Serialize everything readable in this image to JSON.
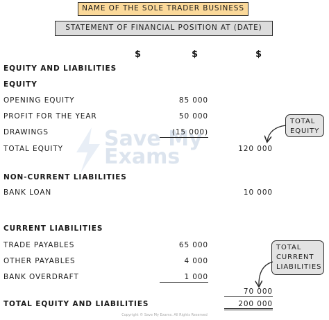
{
  "header": {
    "title": "NAME OF THE SOLE TRADER BUSINESS",
    "subtitle": "STATEMENT OF FINANCIAL POSITION AT (DATE)"
  },
  "currency_symbols": [
    "$",
    "$",
    "$"
  ],
  "equity_liabilities_heading": "EQUITY AND LIABILITIES",
  "equity": {
    "heading": "EQUITY",
    "opening_label": "OPENING EQUITY",
    "opening_value": "85 000",
    "profit_label": "PROFIT FOR THE YEAR",
    "profit_value": "50 000",
    "drawings_label": "DRAWINGS",
    "drawings_value": "(15 000)",
    "total_label": "TOTAL EQUITY",
    "total_value": "120 000"
  },
  "non_current": {
    "heading": "NON-CURRENT LIABILITIES",
    "bank_loan_label": "BANK LOAN",
    "bank_loan_value": "10 000"
  },
  "current": {
    "heading": "CURRENT LIABILITIES",
    "trade_label": "TRADE PAYABLES",
    "trade_value": "65 000",
    "other_label": "OTHER PAYABLES",
    "other_value": "4 000",
    "overdraft_label": "BANK OVERDRAFT",
    "overdraft_value": "1 000",
    "total_value": "70 000"
  },
  "grand_total": {
    "label": "TOTAL EQUITY AND LIABILITIES",
    "value": "200 000"
  },
  "callouts": {
    "total_equity": "TOTAL\nEQUITY",
    "total_current_liabilities": "TOTAL\nCURRENT\nLIABILITIES"
  },
  "watermark": {
    "line1": "Save My",
    "line2": "Exams"
  },
  "copyright": "Copyright © Save My Exams. All Rights Reserved"
}
